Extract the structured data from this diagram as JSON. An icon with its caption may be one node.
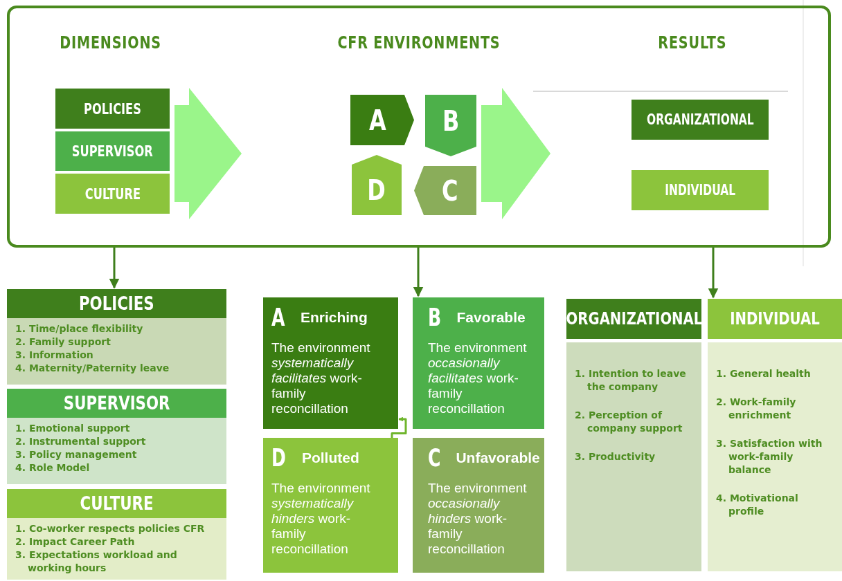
{
  "diagram": {
    "nodes": [
      {
        "text": [],
        "shape": "box"
      },
      {
        "text": [
          "POLICIES"
        ],
        "in": 0
      },
      {
        "text": [
          "SUPERVISOR"
        ],
        "in": 0
      },
      {
        "text": [
          "CULTURE"
        ],
        "in": 0
      },
      {
        "text": [
          "A"
        ],
        "in": 0
      },
      {
        "text": [
          "B"
        ],
        "in": 0
      },
      {
        "text": [
          "D"
        ],
        "in": 0
      },
      {
        "text": [
          "C"
        ],
        "in": 0
      },
      {
        "text": [
          "ORGANIZATIONAL"
        ],
        "in": 0
      },
      {
        "text": [
          "INDIVIDUAL"
        ],
        "in": 0
      },
      {
        "text": [
          "POLICIES",
          "1. Time/place flexibility",
          "2. Family support",
          "3. Information",
          "4. Maternity/Paternity leave"
        ]
      },
      {
        "text": [
          "SUPERVISOR",
          "1. Emotional support",
          "2. Instrumental support",
          "3. Policy management",
          "4. Role Model"
        ]
      },
      {
        "text": [
          "CULTURE",
          "1. Co-worker respects policies CFR",
          "2. Impact Career Path",
          "3. Expectations workload and working hours"
        ]
      },
      {
        "text": [
          "A",
          "Enriching",
          "The environment *systematically facilitates* work-family reconcillation"
        ]
      },
      {
        "text": [
          "B",
          "Favorable",
          "The environment *occasionally facilitates* work-family reconcillation"
        ]
      },
      {
        "text": [
          "D",
          "Polluted",
          "The environment *systematically hinders* work-family reconcillation"
        ]
      },
      {
        "text": [
          "C",
          "Unfavorable",
          "The environment *occasionally hinders* work-family reconcillation"
        ]
      },
      {
        "text": [
          "ORGANIZATIONAL",
          "1. Intention to leave the company",
          "2. Perception of company support",
          "3. Productivity"
        ]
      },
      {
        "text": [
          "INDIVIDUAL",
          "1. General health",
          "2. Work-family enrichment",
          "3. Satisfaction with work-family balance",
          "4. Motivational profile"
        ]
      }
    ],
    "edges": [
      {
        "from": 2,
        "to": null,
        "arrow": "to",
        "style": "thick",
        "color": "#9af58a"
      },
      {
        "from": 5,
        "to": null,
        "arrow": "to",
        "style": "thick",
        "color": "#9af58a"
      },
      {
        "from": 0,
        "to": 10,
        "arrow": "to"
      },
      {
        "from": 0,
        "to": 14,
        "arrow": "to"
      },
      {
        "from": 0,
        "to": 18,
        "arrow": "to"
      },
      {
        "from": 15,
        "to": 13,
        "arrow": "to",
        "color": "#6fb52c"
      }
    ],
    "labels": [
      "DIMENSIONS",
      "CFR ENVIRONMENTS",
      "RESULTS"
    ]
  }
}
